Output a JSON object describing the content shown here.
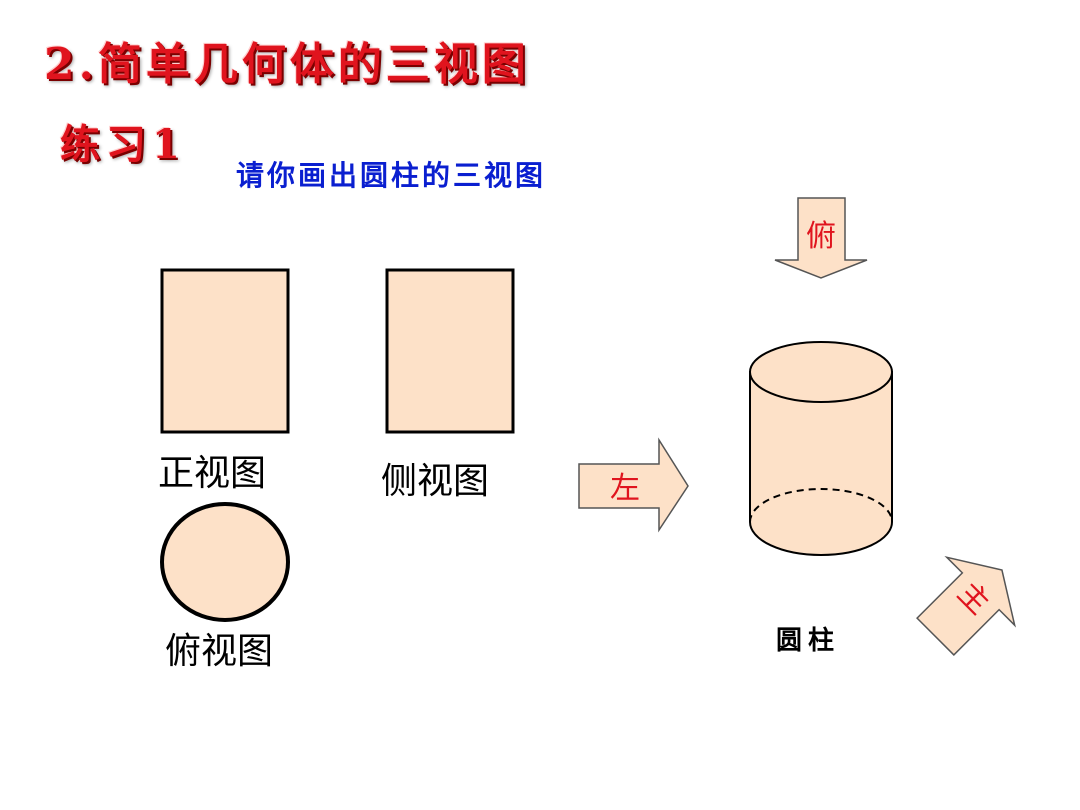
{
  "title": "2.简单几何体的三视图",
  "subtitle": "练习1",
  "instruction": "请你画出圆柱的三视图",
  "views": {
    "front_label": "正视图",
    "side_label": "侧视图",
    "top_label": "俯视图"
  },
  "arrows": {
    "top": "俯",
    "left": "左",
    "front": "主"
  },
  "cylinder_label": "圆柱",
  "colors": {
    "shape_fill": "#fde1c8",
    "title_red": "#e0141e",
    "instruction_blue": "#0a1fd0"
  }
}
